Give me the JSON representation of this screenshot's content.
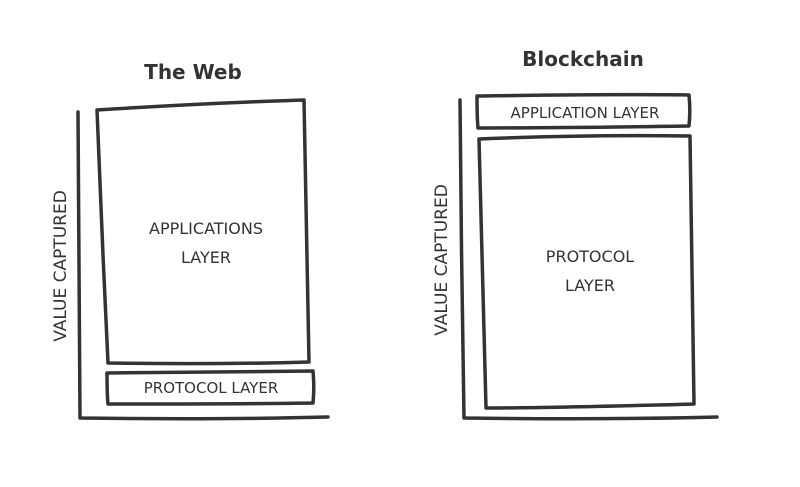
{
  "web": {
    "title": "The Web",
    "axis_label": "VALUE CAPTURED",
    "big_box": {
      "line1": "APPLICATIONS",
      "line2": "LAYER"
    },
    "small_box": {
      "label": "PROTOCOL LAYER"
    }
  },
  "blockchain": {
    "title": "Blockchain",
    "axis_label": "VALUE CAPTURED",
    "small_box": {
      "label": "APPLICATION LAYER"
    },
    "big_box": {
      "line1": "PROTOCOL",
      "line2": "LAYER"
    }
  },
  "colors": {
    "ink": "#333333",
    "background": "#ffffff"
  }
}
